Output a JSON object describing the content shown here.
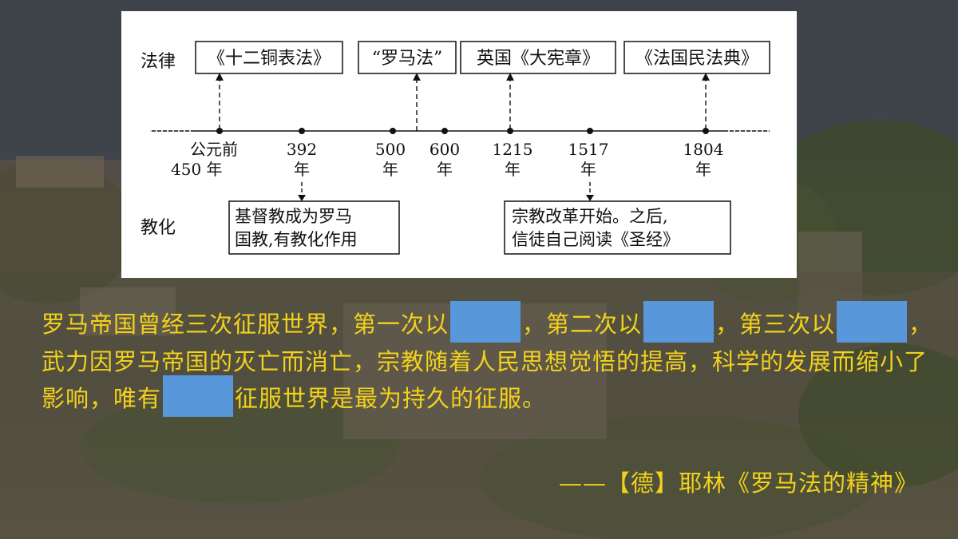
{
  "diagram": {
    "row_law": "法律",
    "row_edu": "教化",
    "law_boxes": [
      "《十二铜表法》",
      "“罗马法”",
      "英国《大宪章》",
      "《法国民法典》"
    ],
    "dates": [
      {
        "top": "公元前",
        "bottom": "450 年"
      },
      {
        "top": "392",
        "bottom": "年"
      },
      {
        "top": "500",
        "bottom": "年"
      },
      {
        "top": "600",
        "bottom": "年"
      },
      {
        "top": "1215",
        "bottom": "年"
      },
      {
        "top": "1517",
        "bottom": "年"
      },
      {
        "top": "1804",
        "bottom": "年"
      }
    ],
    "edu_boxes": [
      {
        "line1": "基督教成为罗马",
        "line2": "国教,有教化作用"
      },
      {
        "line1": "宗教改革开始。之后,",
        "line2": "信徒自己阅读《圣经》"
      }
    ]
  },
  "quote": {
    "p1": "罗马帝国曾经三次征服世界，第一次以",
    "p2": "，第二次以",
    "p3": "，第三次以",
    "p4": "，武力因罗马帝国的灭亡而消亡，宗教随着人民思想觉悟的提高，科学的发展而缩小了影响，唯有",
    "p5": "征服世界是最为持久的征服。"
  },
  "source": "——【德】耶林《罗马法的精神》",
  "colors": {
    "text": "#f3d21b",
    "blank": "#5897d9"
  }
}
